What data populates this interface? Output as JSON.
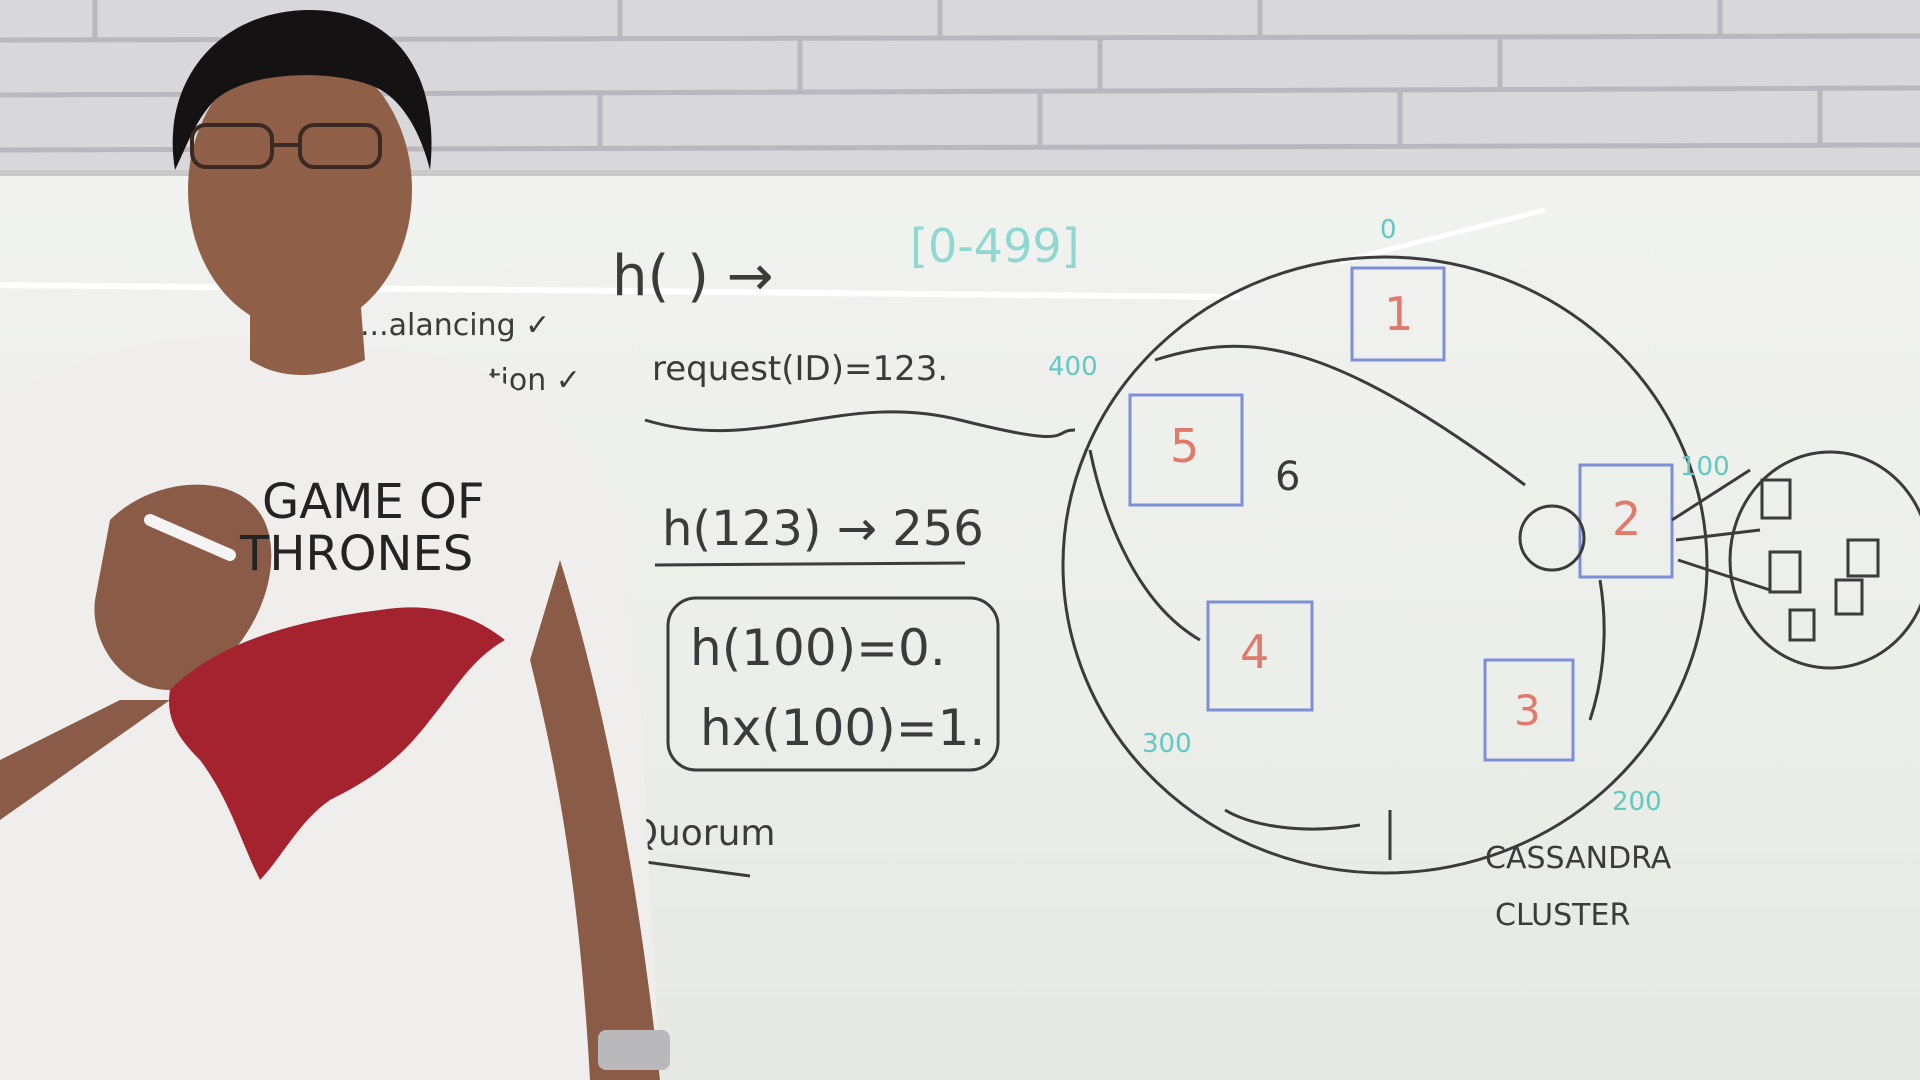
{
  "board": {
    "range_label": "[0-499]",
    "hash_top": "h(      ) →",
    "request": "request(ID)=123.",
    "hash_eq": "h(123) → 256",
    "box_line1": "h(100)=0.",
    "box_line2": "hx(100)=1.",
    "left_note1": "...alancing ✓",
    "left_note2": "...tation ✓",
    "quorum": "→ Quorum",
    "cluster_line1": "CASSANDRA",
    "cluster_line2": "CLUSTER",
    "ring_labels": {
      "top": "0",
      "right": "100",
      "bottom_right": "200",
      "bottom_left": "300",
      "left": "400"
    },
    "nodes": [
      "1",
      "2",
      "3",
      "4",
      "5"
    ],
    "side_mark": "6"
  },
  "shirt": {
    "line1": "GAME OF",
    "line2": "THRONES"
  },
  "colors": {
    "node_blue": "#7d8fd6",
    "node_red": "#e07a6a",
    "teal": "#5fc9c2",
    "ink": "#3b3b3b"
  }
}
